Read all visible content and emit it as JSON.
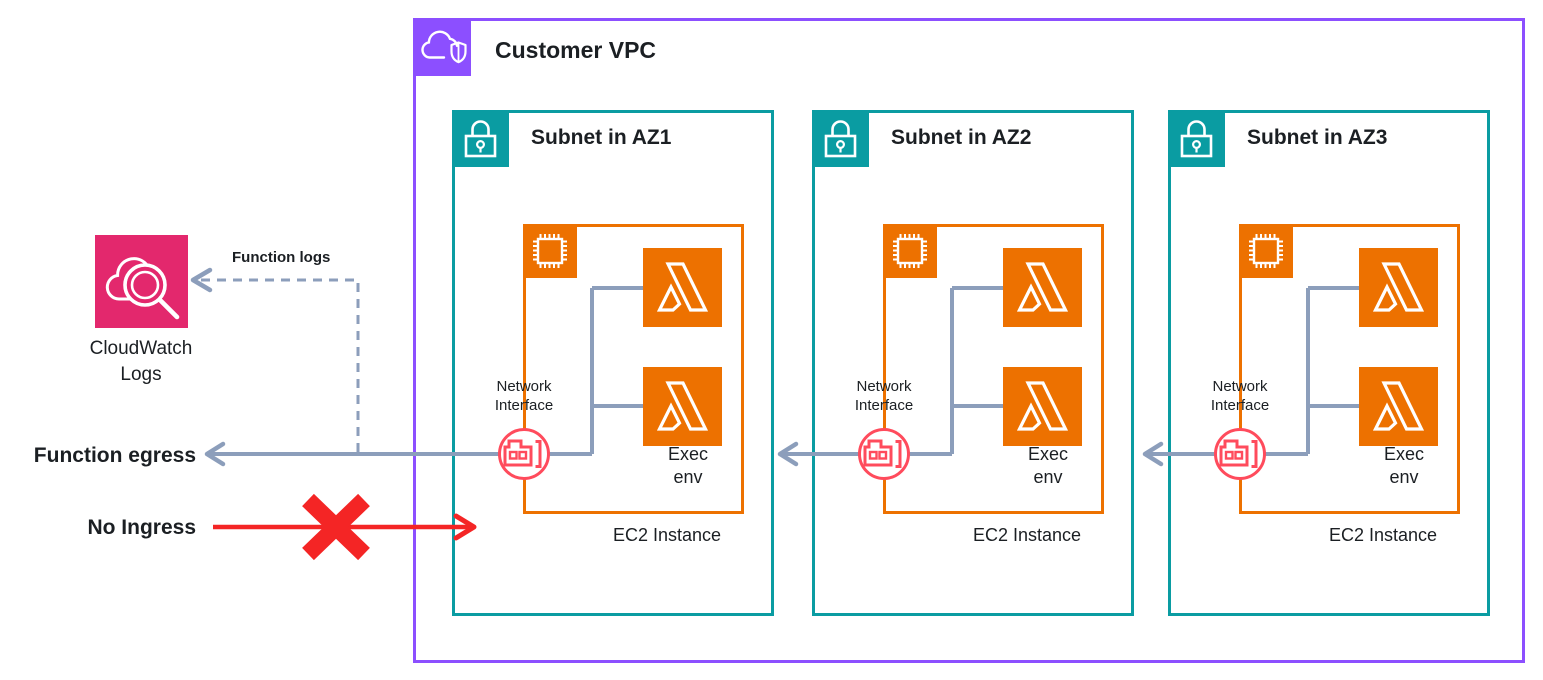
{
  "diagram": {
    "vpc": {
      "title": "Customer VPC"
    },
    "subnets": [
      {
        "title": "Subnet in AZ1",
        "network_interface_line1": "Network",
        "network_interface_line2": "Interface",
        "exec_line1": "Exec",
        "exec_line2": "env",
        "ec2_label": "EC2 Instance"
      },
      {
        "title": "Subnet in AZ2",
        "network_interface_line1": "Network",
        "network_interface_line2": "Interface",
        "exec_line1": "Exec",
        "exec_line2": "env",
        "ec2_label": "EC2 Instance"
      },
      {
        "title": "Subnet in AZ3",
        "network_interface_line1": "Network",
        "network_interface_line2": "Interface",
        "exec_line1": "Exec",
        "exec_line2": "env",
        "ec2_label": "EC2 Instance"
      }
    ],
    "cloudwatch": {
      "line1": "CloudWatch",
      "line2": "Logs"
    },
    "annotations": {
      "function_logs": "Function logs",
      "function_egress": "Function egress",
      "no_ingress": "No Ingress"
    },
    "icons": {
      "vpc": "cloud-with-shield-icon",
      "subnet": "padlock-icon",
      "ec2": "processor-chip-icon",
      "lambda": "lambda-icon",
      "cloudwatch_logs": "cloud-with-magnifier-icon",
      "network_interface": "network-card-bracket-icon",
      "blocked": "red-x-icon"
    },
    "colors": {
      "vpc_purple": "#8C4FFF",
      "subnet_teal": "#0A9CA2",
      "compute_orange": "#ED7100",
      "cloudwatch_pink": "#E3286D",
      "network_interface_rose": "#FF4B5C",
      "connector_gray_blue": "#8C9EBB",
      "no_ingress_red": "#F42525"
    }
  }
}
